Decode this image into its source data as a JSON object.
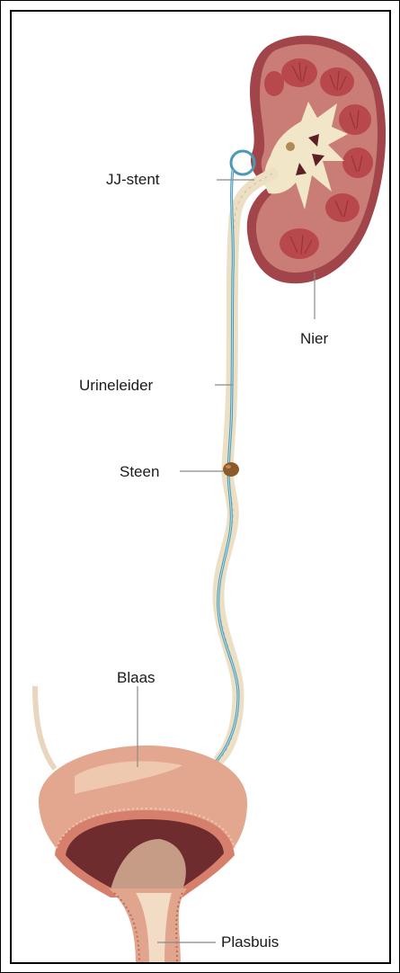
{
  "labels": {
    "jj_stent": "JJ-stent",
    "nier": "Nier",
    "urineleider": "Urineleider",
    "steen": "Steen",
    "blaas": "Blaas",
    "plasbuis": "Plasbuis"
  },
  "colors": {
    "kidney_outer": "#a2454b",
    "kidney_cortex": "#c97d76",
    "kidney_pyramid": "#b8484c",
    "renal_pelvis": "#f2e6c8",
    "ureter": "#ecdfc4",
    "stent": "#4a9ab6",
    "stone": "#8c5a2b",
    "bladder_outer": "#e3a78f",
    "bladder_inner": "#6e2c2f",
    "leader_line": "#8a8a8a"
  }
}
